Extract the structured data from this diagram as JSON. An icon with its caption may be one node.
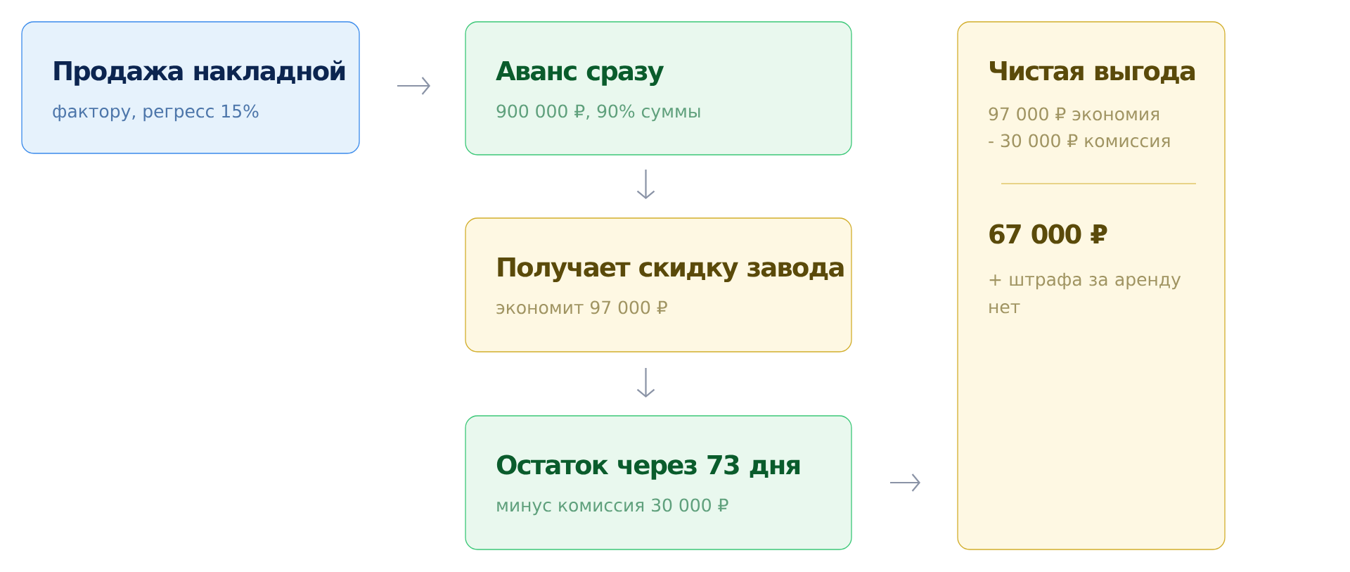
{
  "diagram": {
    "nodes": [
      {
        "text": [
          "Продажа накладной",
          "фактору, регресс 15%"
        ]
      },
      {
        "text": [
          "Аванс сразу",
          "900 000 ₽, 90% суммы"
        ]
      },
      {
        "text": [
          "Получает скидку завода",
          "экономит 97 000 ₽"
        ]
      },
      {
        "text": [
          "Остаток через 73 дня",
          "минус комиссия 30 000 ₽"
        ]
      },
      {
        "text": [
          "Чистая выгода",
          "97 000 ₽ экономия",
          "- 30 000 ₽ комиссия",
          "67 000 ₽",
          "+ штрафа за аренду нет"
        ]
      }
    ],
    "edges": [
      {
        "from": 0,
        "to": 1,
        "arrow": "to"
      },
      {
        "from": 1,
        "to": 2,
        "arrow": "to"
      },
      {
        "from": 2,
        "to": 3,
        "arrow": "to"
      },
      {
        "from": 3,
        "to": 4,
        "arrow": "to"
      }
    ]
  }
}
